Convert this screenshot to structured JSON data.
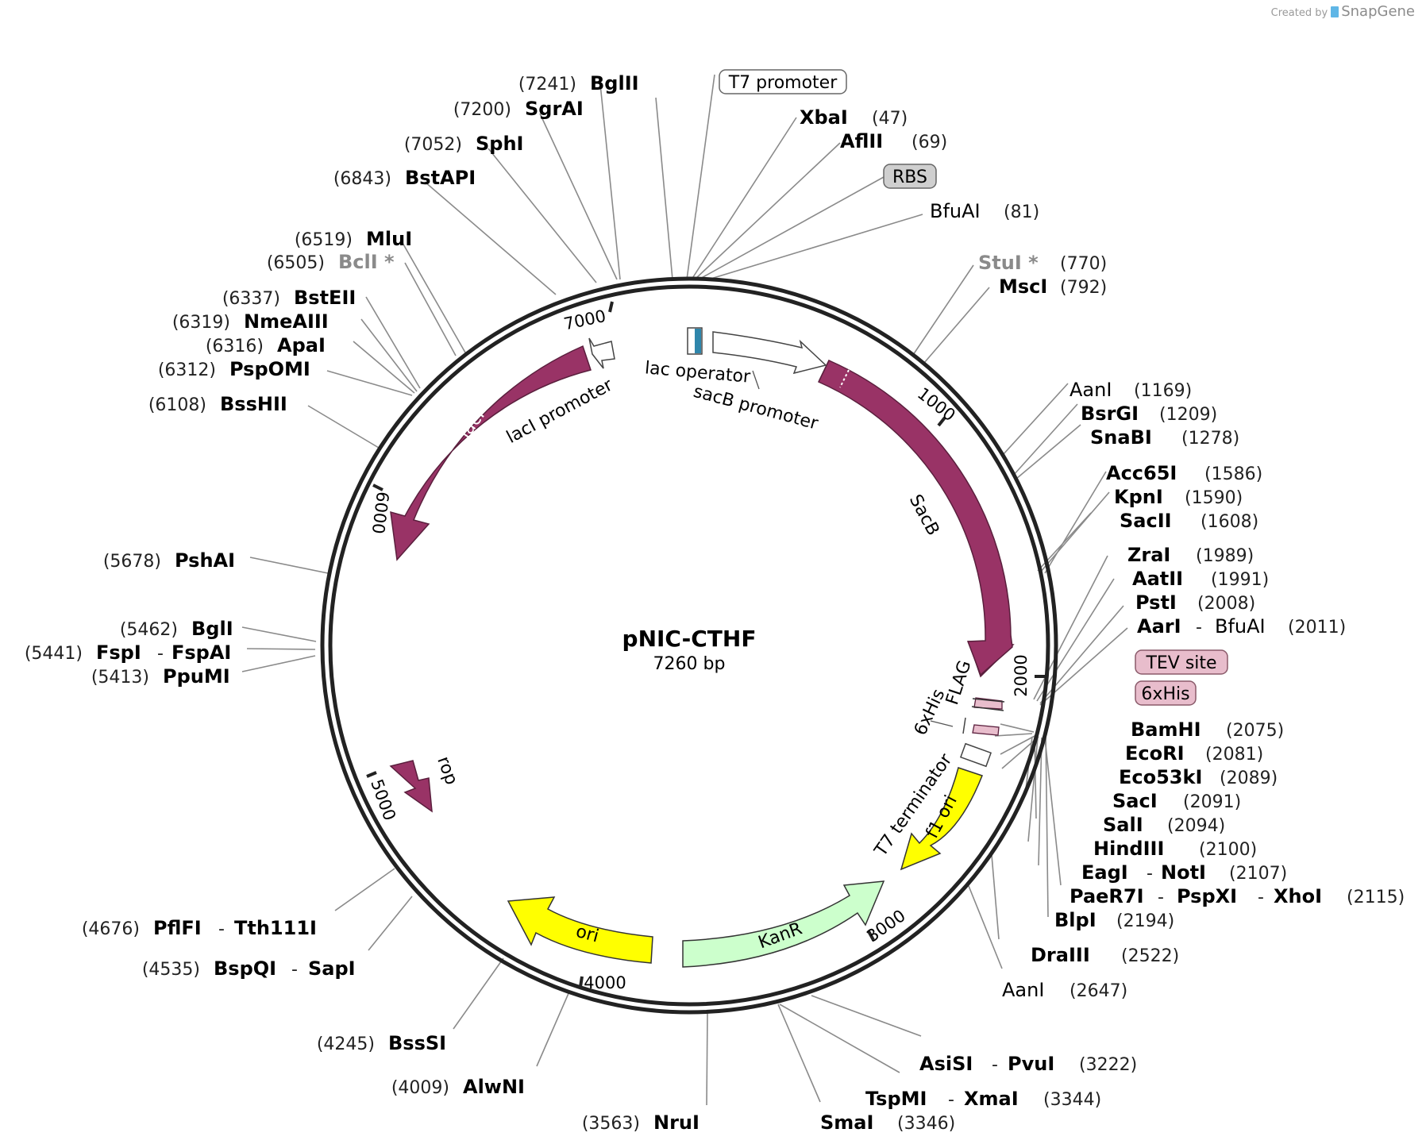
{
  "credit": {
    "prefix": "Created by",
    "brand": "SnapGene"
  },
  "plasmid": {
    "name": "pNIC-CTHF",
    "length": "7260 bp"
  },
  "colors": {
    "magenta": "#993366",
    "yellow": "#ffff00",
    "green": "#ccffcc",
    "pink": "#e8bdcc",
    "gray_box": "#cfcfcf",
    "teal": "#2e86ab"
  },
  "ticks": [
    "1000",
    "2000",
    "3000",
    "4000",
    "5000",
    "6000",
    "7000"
  ],
  "sites": [
    {
      "pos": "(7241)",
      "name": "BglII"
    },
    {
      "pos": "(7200)",
      "name": "SgrAI"
    },
    {
      "pos": "(7052)",
      "name": "SphI"
    },
    {
      "pos": "(6843)",
      "name": "BstAPI"
    },
    {
      "pos": "(6519)",
      "name": "MluI"
    },
    {
      "pos": "(6505)",
      "name": "BclI *"
    },
    {
      "pos": "(6337)",
      "name": "BstEII"
    },
    {
      "pos": "(6319)",
      "name": "NmeAIII"
    },
    {
      "pos": "(6316)",
      "name": "ApaI"
    },
    {
      "pos": "(6312)",
      "name": "PspOMI"
    },
    {
      "pos": "(6108)",
      "name": "BssHII"
    },
    {
      "pos": "(5678)",
      "name": "PshAI"
    },
    {
      "pos": "(5462)",
      "name": "BglI"
    },
    {
      "pos": "(5441)",
      "name": "FspI",
      "name2": "FspAI"
    },
    {
      "pos": "(5413)",
      "name": "PpuMI"
    },
    {
      "pos": "(4676)",
      "name": "PflFI",
      "name2": "Tth111I"
    },
    {
      "pos": "(4535)",
      "name": "BspQI",
      "name2": "SapI"
    },
    {
      "pos": "(4245)",
      "name": "BssSI"
    },
    {
      "pos": "(4009)",
      "name": "AlwNI"
    },
    {
      "pos": "(3563)",
      "name": "NruI"
    },
    {
      "pos": "(3346)",
      "name": "SmaI"
    },
    {
      "pos": "(3344)",
      "name": "TspMI",
      "name2": "XmaI"
    },
    {
      "pos": "(3222)",
      "name": "AsiSI",
      "name2": "PvuI"
    },
    {
      "pos": "(2647)",
      "name": "AanI"
    },
    {
      "pos": "(2522)",
      "name": "DraIII"
    },
    {
      "pos": "(2194)",
      "name": "BlpI"
    },
    {
      "pos": "(2115)",
      "name": "PaeR7I",
      "name2": "PspXI",
      "name3": "XhoI"
    },
    {
      "pos": "(2107)",
      "name": "EagI",
      "name2": "NotI"
    },
    {
      "pos": "(2100)",
      "name": "HindIII"
    },
    {
      "pos": "(2094)",
      "name": "SalI"
    },
    {
      "pos": "(2091)",
      "name": "SacI"
    },
    {
      "pos": "(2089)",
      "name": "Eco53kI"
    },
    {
      "pos": "(2081)",
      "name": "EcoRI"
    },
    {
      "pos": "(2075)",
      "name": "BamHI"
    },
    {
      "pos": "(2011)",
      "name": "AarI",
      "name2": "BfuAI"
    },
    {
      "pos": "(2008)",
      "name": "PstI"
    },
    {
      "pos": "(1991)",
      "name": "AatII"
    },
    {
      "pos": "(1989)",
      "name": "ZraI"
    },
    {
      "pos": "(1608)",
      "name": "SacII"
    },
    {
      "pos": "(1590)",
      "name": "KpnI"
    },
    {
      "pos": "(1586)",
      "name": "Acc65I"
    },
    {
      "pos": "(1278)",
      "name": "SnaBI"
    },
    {
      "pos": "(1209)",
      "name": "BsrGI"
    },
    {
      "pos": "(1169)",
      "name": "AanI"
    },
    {
      "pos": "(792)",
      "name": "MscI"
    },
    {
      "pos": "(770)",
      "name": "StuI *"
    },
    {
      "pos": "(81)",
      "name": "BfuAI"
    },
    {
      "pos": "(69)",
      "name": "AflII"
    },
    {
      "pos": "(47)",
      "name": "XbaI"
    }
  ],
  "features": {
    "t7_promoter": "T7 promoter",
    "rbs": "RBS",
    "tev_site": "TEV site",
    "his6": "6xHis",
    "lac_operator": "lac operator",
    "sacb_promoter": "sacB promoter",
    "laci_promoter": "lacI promoter",
    "flag": "FLAG",
    "his6_inner": "6xHis",
    "t7_terminator": "T7 terminator"
  },
  "arrows": {
    "laci": "lacI",
    "sacb": "SacB",
    "rop": "rop",
    "f1_ori": "f1 ori",
    "kanr": "KanR",
    "ori": "ori"
  }
}
